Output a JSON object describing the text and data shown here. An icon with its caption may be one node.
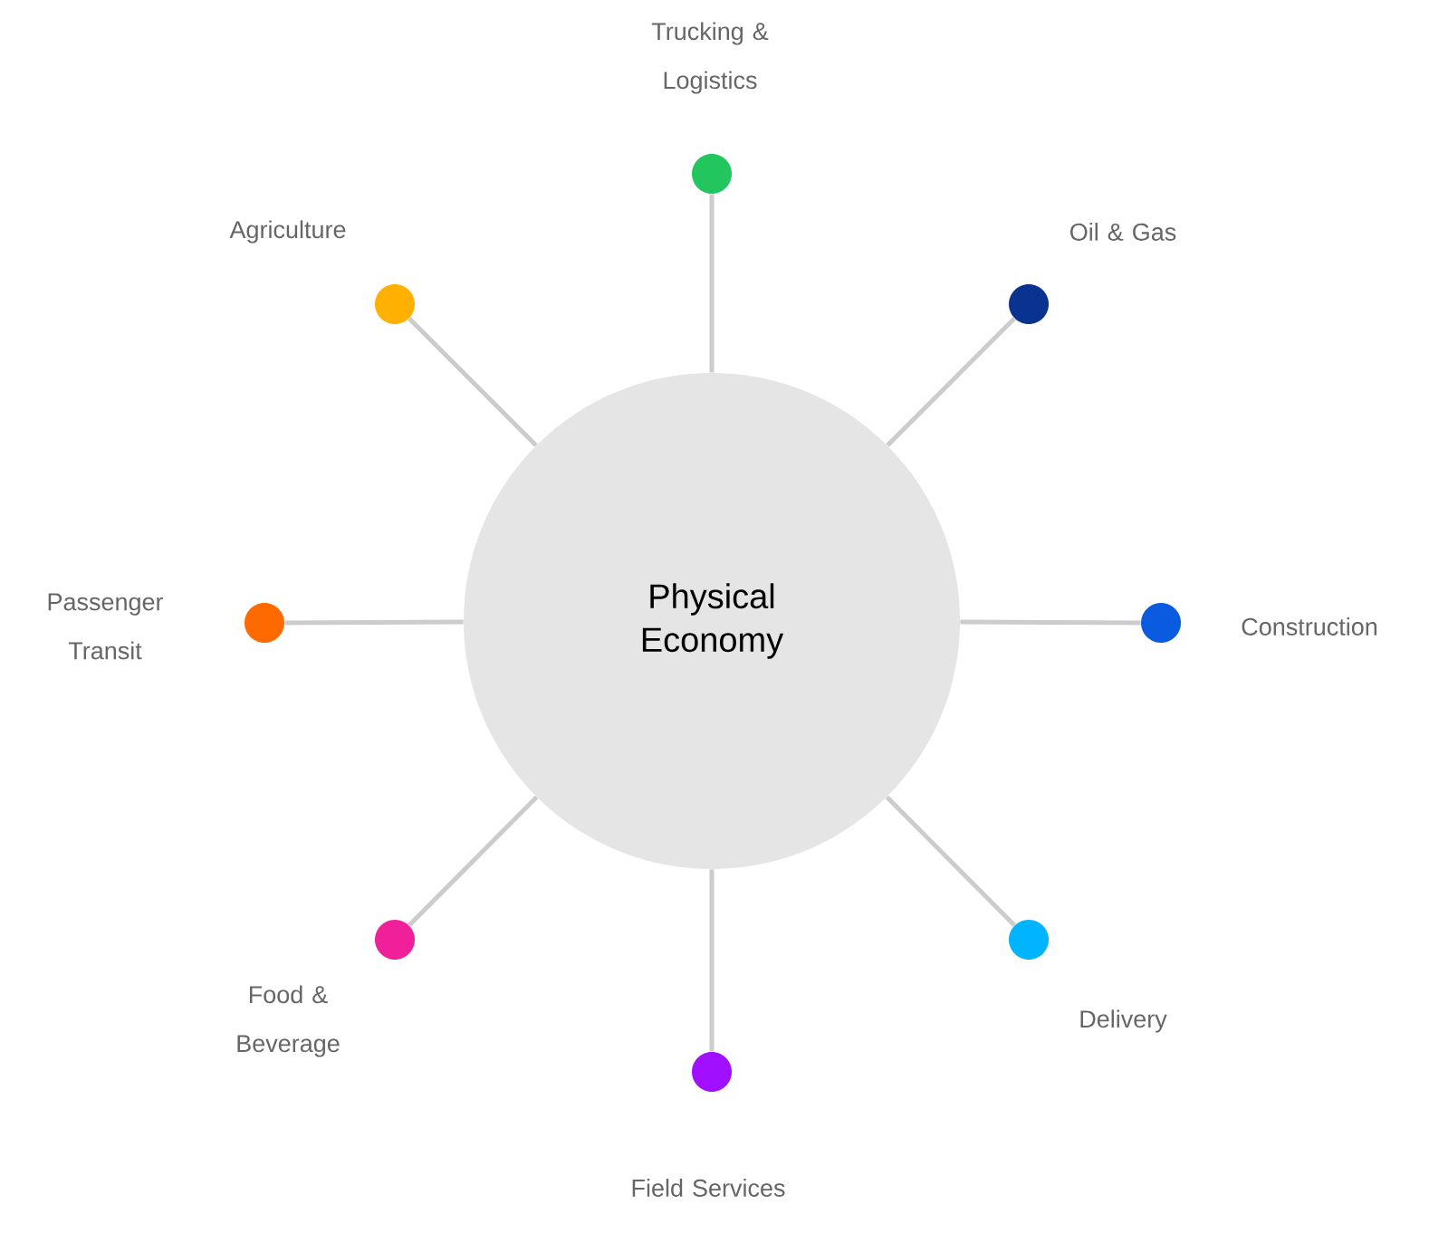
{
  "diagram": {
    "nodes": [
      {
        "text": [
          "Physical Economy"
        ]
      },
      {
        "text": [
          "Trucking & Logistics"
        ]
      },
      {
        "text": [
          "Agriculture"
        ]
      },
      {
        "text": [
          "Oil & Gas"
        ]
      },
      {
        "text": [
          "Passenger Transit"
        ]
      },
      {
        "text": [
          "Construction"
        ]
      },
      {
        "text": [
          "Food & Beverage"
        ]
      },
      {
        "text": [
          "Delivery"
        ]
      },
      {
        "text": [
          "Field Services"
        ]
      }
    ],
    "edges": [
      {
        "from": 0,
        "to": 1,
        "arrow": "none"
      },
      {
        "from": 0,
        "to": 2,
        "arrow": "none"
      },
      {
        "from": 0,
        "to": 3,
        "arrow": "none"
      },
      {
        "from": 0,
        "to": 4,
        "arrow": "none"
      },
      {
        "from": 0,
        "to": 5,
        "arrow": "none"
      },
      {
        "from": 0,
        "to": 6,
        "arrow": "none"
      },
      {
        "from": 0,
        "to": 7,
        "arrow": "none"
      },
      {
        "from": 0,
        "to": 8,
        "arrow": "none"
      }
    ]
  }
}
